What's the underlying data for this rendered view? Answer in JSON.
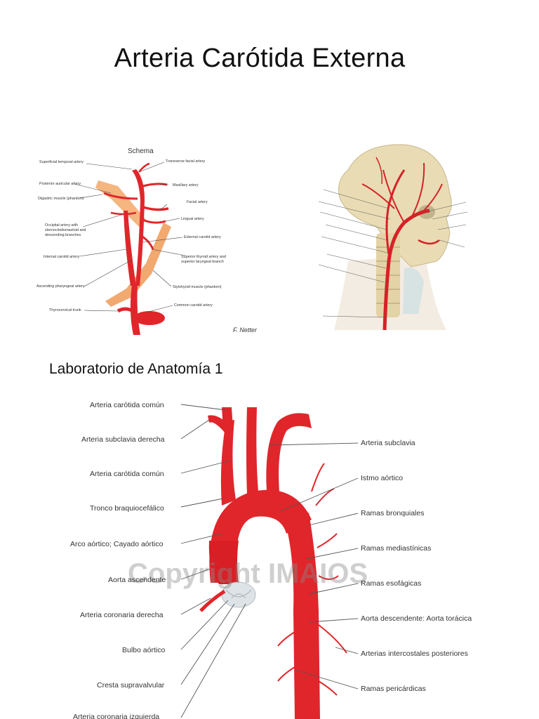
{
  "slide": {
    "title": "Arteria Carótida Externa",
    "subtitle": "Laboratorio de Anatomía 1"
  },
  "figure_schema": {
    "heading": "Schema",
    "labels_left": [
      "Superficial temporal artery",
      "Posterior auricular artery",
      "Digastric muscle (phantom)",
      "Occipital artery with",
      "sternocleidomastoid and",
      "descending branches",
      "Internal carotid artery",
      "Ascending pharyngeal artery",
      "Thyrocervical trunk"
    ],
    "labels_right": [
      "Transverse facial artery",
      "Maxillary artery",
      "Facial artery",
      "Lingual artery",
      "External carotid artery",
      "Superior thyroid artery and",
      "superior laryngeal branch",
      "Stylohyoid muscle (phantom)",
      "Common carotid artery"
    ],
    "signature": "F. Netter"
  },
  "figure_aorta": {
    "labels_left": [
      "Arteria carótida común",
      "Arteria subclavia derecha",
      "Arteria carótida común",
      "Tronco braquiocefálico",
      "Arco aórtico; Cayado aórtico",
      "Aorta ascendente",
      "Arteria coronaria derecha",
      "Bulbo aórtico",
      "Cresta supravalvular",
      "Arteria coronaria izquierda"
    ],
    "labels_right": [
      "Arteria subclavia",
      "Istmo aórtico",
      "Ramas bronquiales",
      "Ramas mediastínicas",
      "Ramas esofágicas",
      "Aorta descendente: Aorta torácica",
      "Arterias intercostales posteriores",
      "Ramas pericárdicas"
    ],
    "watermark": "Copyright IMAIOS"
  },
  "colors": {
    "artery": "#e0262b",
    "muscle": "#f0a060",
    "bone": "#e8d8b0"
  }
}
